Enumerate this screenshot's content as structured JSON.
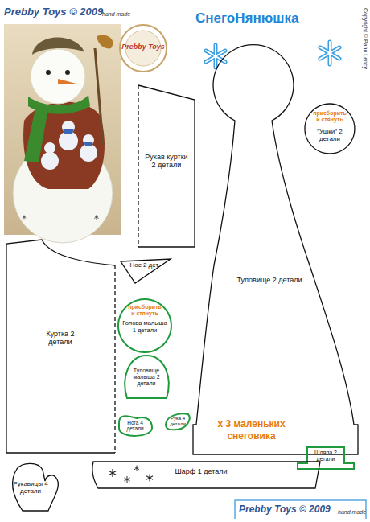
{
  "diagram": {
    "title": "СнегоНянюшка",
    "nodes": [
      {
        "text": [
          "Рукав куртки 2 детали"
        ]
      },
      {
        "text": [
          "Туловище 2 детали"
        ]
      },
      {
        "text": [
          "присборить и стянуть",
          "\"Ушки\" 2 детали"
        ]
      },
      {
        "text": [
          "Нос 2 дет."
        ]
      },
      {
        "text": [
          "Куртка 2 детали"
        ]
      },
      {
        "text": [
          "присборить и стянуть",
          "Голова малыша 1 детали"
        ]
      },
      {
        "text": [
          "Туловище малыша 2 детали"
        ]
      },
      {
        "text": [
          "Рука 4 детали"
        ]
      },
      {
        "text": [
          "Нога 4 детали"
        ]
      },
      {
        "text": [
          "Шляпа 2 детали"
        ]
      },
      {
        "text": [
          "Рукавицы 4 детали"
        ]
      },
      {
        "text": [
          "Шарф 1 детали"
        ]
      }
    ],
    "labels": [
      "Prebby Toys © 2009",
      "hand made",
      "Copyright © Pano Lency",
      "Prebby Toys",
      "x 3 маленьких снеговика",
      "Prebby Toys © 2009",
      "hand made"
    ]
  }
}
